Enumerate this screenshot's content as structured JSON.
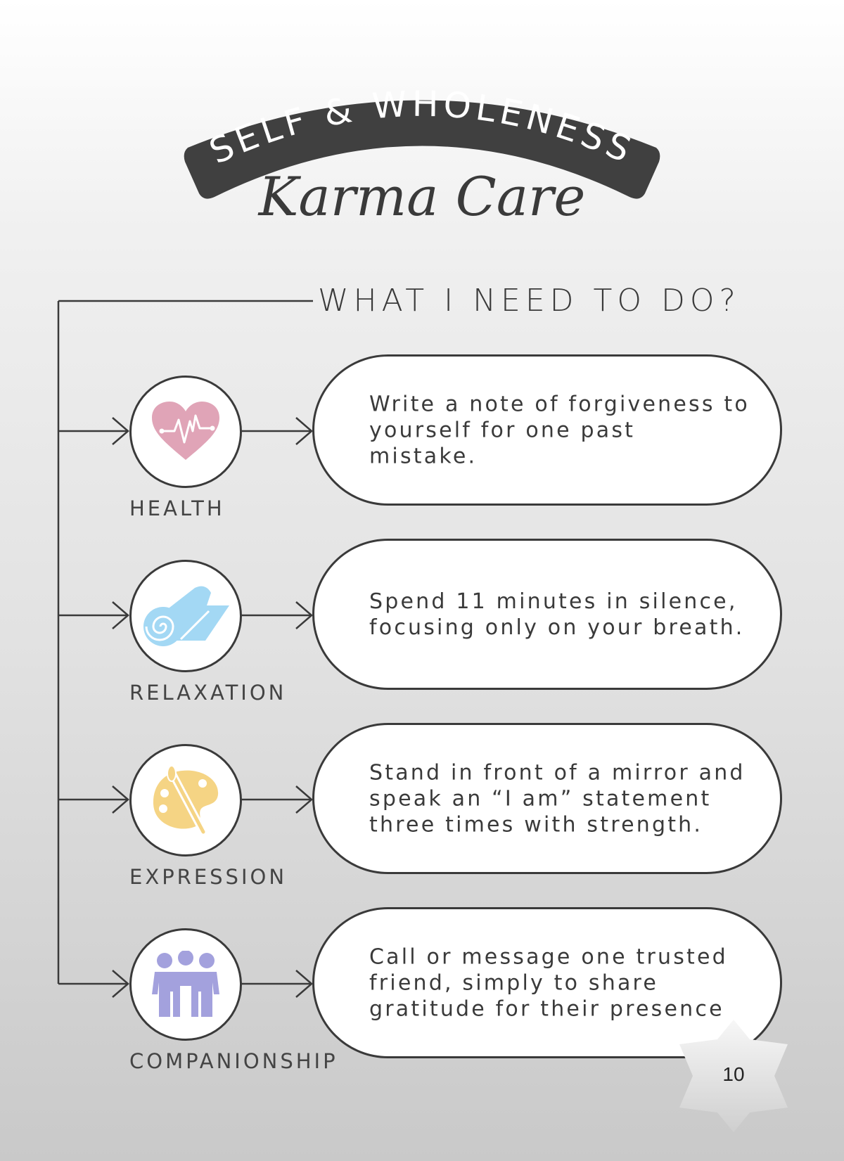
{
  "header": {
    "banner_title": "SELF & WHOLENESS",
    "script_title": "Karma Care"
  },
  "section_heading": "WHAT I NEED TO DO?",
  "colors": {
    "banner": "#404040",
    "health": "#e0a4b7",
    "relaxation": "#a3d8f4",
    "expression": "#f5d484",
    "companionship": "#a3a1dd"
  },
  "items": [
    {
      "label": "HEALTH",
      "icon": "heart-pulse-icon",
      "text": "Write a note of forgiveness to yourself for one past mistake."
    },
    {
      "label": "RELAXATION",
      "icon": "yoga-mat-icon",
      "text": "Spend 11 minutes in silence, focusing only on your breath."
    },
    {
      "label": "EXPRESSION",
      "icon": "palette-icon",
      "text": "Stand in front of a mirror and speak an “I am” statement three times with strength."
    },
    {
      "label": "COMPANIONSHIP",
      "icon": "people-group-icon",
      "text": "Call or message one trusted friend, simply to share gratitude for their presence"
    }
  ],
  "page_number": "10"
}
